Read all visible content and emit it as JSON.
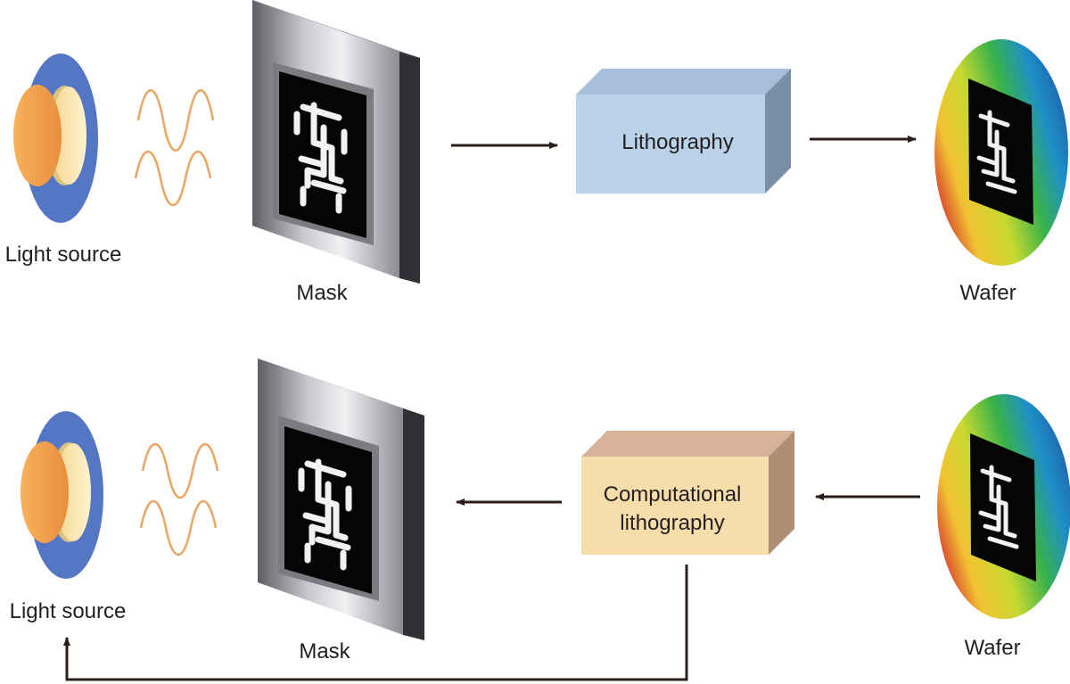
{
  "top_row": {
    "light_source_label": "Light source",
    "mask_label": "Mask",
    "process_label": "Lithography",
    "wafer_label": "Wafer"
  },
  "bottom_row": {
    "light_source_label": "Light source",
    "mask_label": "Mask",
    "process_label_line1": "Computational",
    "process_label_line2": "lithography",
    "wafer_label": "Wafer"
  },
  "icons": {
    "light_source": "light-source-icon",
    "waves": "light-wave-icon",
    "mask": "photomask-icon",
    "wafer": "wafer-icon",
    "arrow": "arrow-icon"
  },
  "colors": {
    "lithography_box": "#b9d2e8",
    "computational_box": "#f6ddaa",
    "arrow": "#2b1d1a",
    "wave": "#e8a765",
    "source_disc": "#f0a050",
    "source_ring": "#5577c4"
  }
}
